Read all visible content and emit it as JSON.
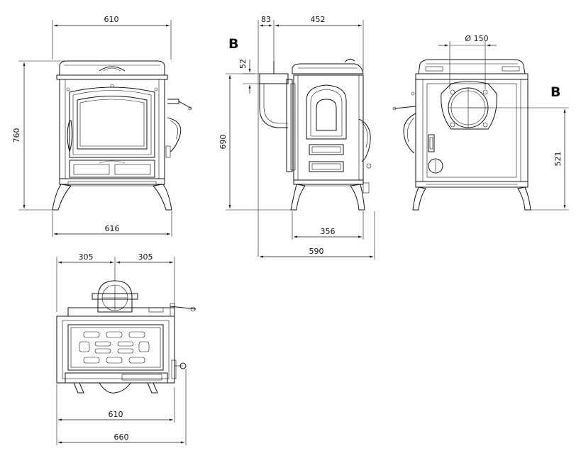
{
  "dimensions": {
    "front_width_top": "610",
    "front_height": "760",
    "front_width_base": "616",
    "side_flue_offset": "83",
    "side_top_depth": "452",
    "side_flue_height": "52",
    "side_height": "690",
    "side_base_depth": "356",
    "side_total_depth": "590",
    "rear_flue_diameter": "Ø 150",
    "rear_flue_height": "521",
    "top_half_left": "305",
    "top_half_right": "305",
    "top_width": "610",
    "top_total_width": "660"
  },
  "markers": {
    "side_view_marker": "B",
    "rear_view_marker": "B"
  }
}
